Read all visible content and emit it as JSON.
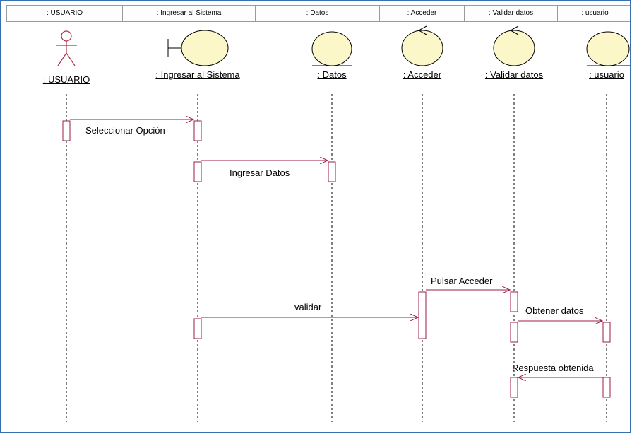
{
  "header": {
    "columns": [
      ": USUARIO",
      ": Ingresar al Sistema",
      ": Datos",
      ": Acceder",
      ": Validar datos",
      ": usuario"
    ]
  },
  "objects": [
    {
      "name": ": USUARIO",
      "kind": "actor"
    },
    {
      "name": ": Ingresar al Sistema",
      "kind": "boundary"
    },
    {
      "name": ": Datos",
      "kind": "entity"
    },
    {
      "name": ": Acceder",
      "kind": "control"
    },
    {
      "name": ": Validar datos",
      "kind": "control"
    },
    {
      "name": ": usuario",
      "kind": "entity"
    }
  ],
  "messages": [
    {
      "label": "Seleccionar Opción",
      "from": 0,
      "to": 1
    },
    {
      "label": "Ingresar Datos",
      "from": 1,
      "to": 2
    },
    {
      "label": "Pulsar Acceder",
      "from": 3,
      "to": 4
    },
    {
      "label": "validar",
      "from": 1,
      "to": 3
    },
    {
      "label": "Obtener datos",
      "from": 4,
      "to": 5
    },
    {
      "label": "Respuesta obtenida",
      "from": 5,
      "to": 4
    }
  ],
  "colors": {
    "shape_fill": "#fbf7c9",
    "shape_stroke": "#000000",
    "actor_stroke": "#b0304a",
    "message": "#9b1c46",
    "activation": "#9b1c46"
  }
}
